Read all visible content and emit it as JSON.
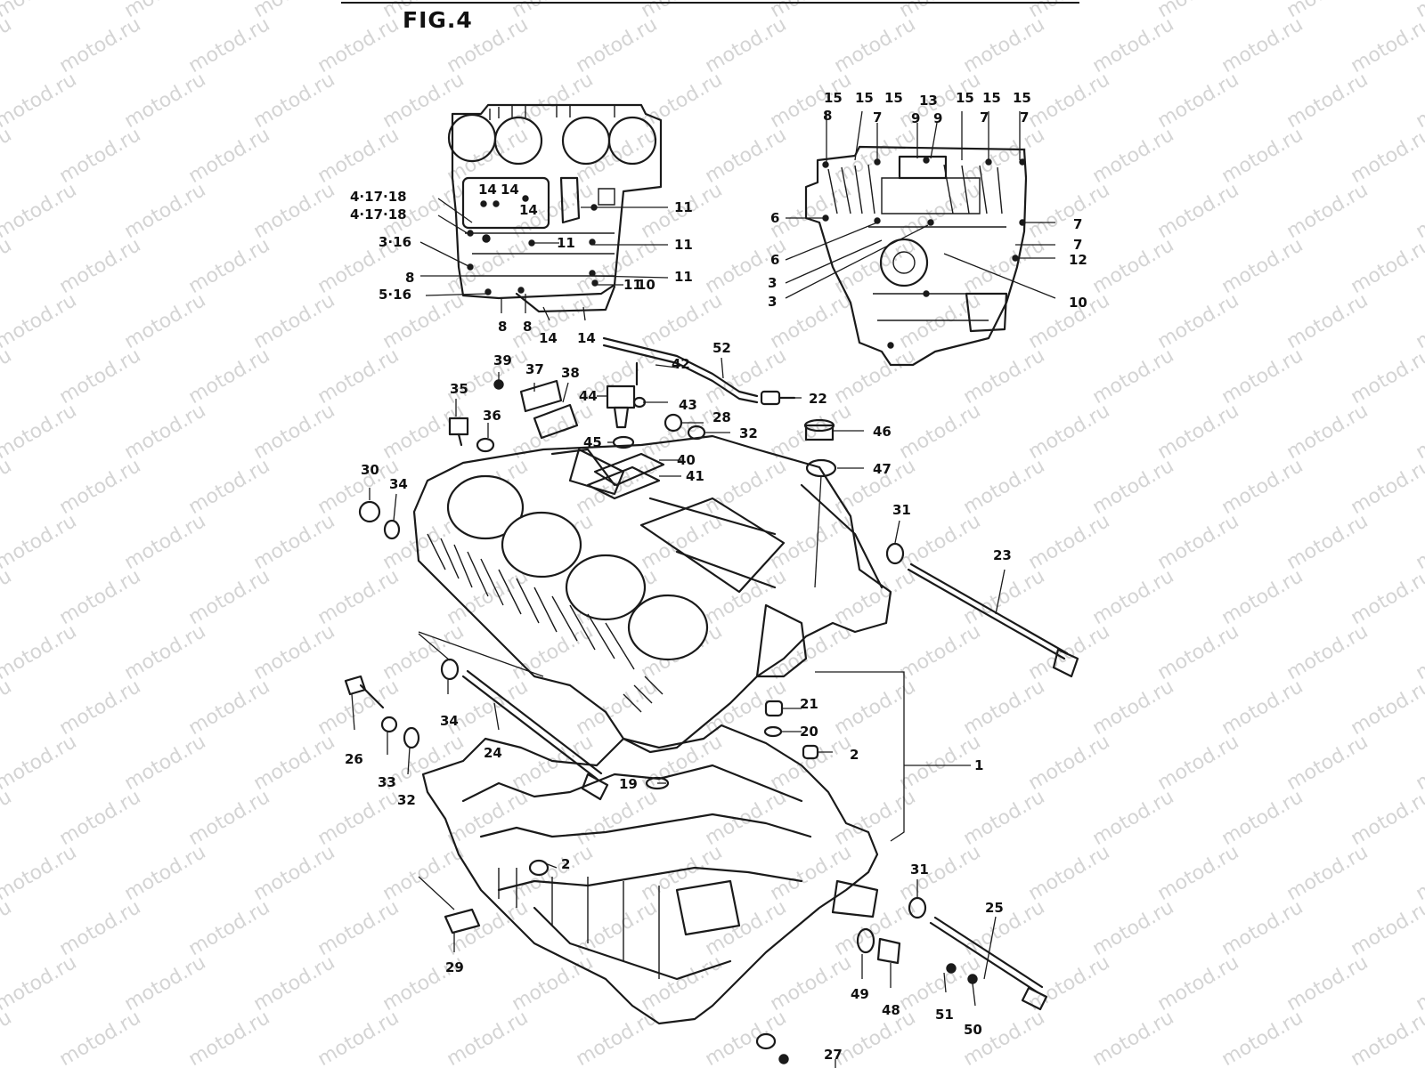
{
  "figure": {
    "title": "FIG.4"
  },
  "watermark": {
    "text": "motod.ru"
  },
  "callouts_top_left": [
    {
      "id": "tl-4-17-18-a",
      "text": "4·17·18"
    },
    {
      "id": "tl-4-17-18-b",
      "text": "4·17·18"
    },
    {
      "id": "tl-3-16",
      "text": "3·16"
    },
    {
      "id": "tl-8",
      "text": "8"
    },
    {
      "id": "tl-5-16",
      "text": "5·16"
    },
    {
      "id": "tl-14-a",
      "text": "14"
    },
    {
      "id": "tl-14-b",
      "text": "14"
    },
    {
      "id": "tl-14-c",
      "text": "14"
    },
    {
      "id": "tl-14-d",
      "text": "14"
    },
    {
      "id": "tl-14-e",
      "text": "14"
    },
    {
      "id": "tl-8-b",
      "text": "8"
    },
    {
      "id": "tl-8-c",
      "text": "8"
    },
    {
      "id": "tl-11-a",
      "text": "11"
    },
    {
      "id": "tl-11-b",
      "text": "11"
    },
    {
      "id": "tl-11-c",
      "text": "11"
    },
    {
      "id": "tl-11-d",
      "text": "11"
    },
    {
      "id": "tl-11-e",
      "text": "11"
    },
    {
      "id": "tl-10",
      "text": "10"
    }
  ],
  "callouts_top_right": [
    {
      "id": "tr-15-a",
      "text": "15"
    },
    {
      "id": "tr-15-b",
      "text": "15"
    },
    {
      "id": "tr-15-c",
      "text": "15"
    },
    {
      "id": "tr-13",
      "text": "13"
    },
    {
      "id": "tr-15-d",
      "text": "15"
    },
    {
      "id": "tr-15-e",
      "text": "15"
    },
    {
      "id": "tr-15-f",
      "text": "15"
    },
    {
      "id": "tr-8",
      "text": "8"
    },
    {
      "id": "tr-7-a",
      "text": "7"
    },
    {
      "id": "tr-9-a",
      "text": "9"
    },
    {
      "id": "tr-9-b",
      "text": "9"
    },
    {
      "id": "tr-7-b",
      "text": "7"
    },
    {
      "id": "tr-7-c",
      "text": "7"
    },
    {
      "id": "tr-6-a",
      "text": "6"
    },
    {
      "id": "tr-6-b",
      "text": "6"
    },
    {
      "id": "tr-3-a",
      "text": "3"
    },
    {
      "id": "tr-3-b",
      "text": "3"
    },
    {
      "id": "tr-7-d",
      "text": "7"
    },
    {
      "id": "tr-7-e",
      "text": "7"
    },
    {
      "id": "tr-12",
      "text": "12"
    },
    {
      "id": "tr-10",
      "text": "10"
    }
  ],
  "callouts_main": [
    {
      "id": "m-39",
      "text": "39"
    },
    {
      "id": "m-37",
      "text": "37"
    },
    {
      "id": "m-38",
      "text": "38"
    },
    {
      "id": "m-42",
      "text": "42"
    },
    {
      "id": "m-52",
      "text": "52"
    },
    {
      "id": "m-35",
      "text": "35"
    },
    {
      "id": "m-36",
      "text": "36"
    },
    {
      "id": "m-44",
      "text": "44"
    },
    {
      "id": "m-43",
      "text": "43"
    },
    {
      "id": "m-22",
      "text": "22"
    },
    {
      "id": "m-28",
      "text": "28"
    },
    {
      "id": "m-32",
      "text": "32"
    },
    {
      "id": "m-46",
      "text": "46"
    },
    {
      "id": "m-45",
      "text": "45"
    },
    {
      "id": "m-40",
      "text": "40"
    },
    {
      "id": "m-41",
      "text": "41"
    },
    {
      "id": "m-47",
      "text": "47"
    },
    {
      "id": "m-30",
      "text": "30"
    },
    {
      "id": "m-34",
      "text": "34"
    },
    {
      "id": "m-31",
      "text": "31"
    },
    {
      "id": "m-23",
      "text": "23"
    },
    {
      "id": "m-34b",
      "text": "34"
    },
    {
      "id": "m-24",
      "text": "24"
    },
    {
      "id": "m-26",
      "text": "26"
    },
    {
      "id": "m-33",
      "text": "33"
    },
    {
      "id": "m-32b",
      "text": "32"
    },
    {
      "id": "m-21",
      "text": "21"
    },
    {
      "id": "m-20",
      "text": "20"
    },
    {
      "id": "m-2",
      "text": "2"
    },
    {
      "id": "m-1",
      "text": "1"
    },
    {
      "id": "m-19",
      "text": "19"
    },
    {
      "id": "m-2b",
      "text": "2"
    },
    {
      "id": "m-31b",
      "text": "31"
    },
    {
      "id": "m-25",
      "text": "25"
    },
    {
      "id": "m-29",
      "text": "29"
    },
    {
      "id": "m-49",
      "text": "49"
    },
    {
      "id": "m-48",
      "text": "48"
    },
    {
      "id": "m-51",
      "text": "51"
    },
    {
      "id": "m-50",
      "text": "50"
    },
    {
      "id": "m-27",
      "text": "27"
    }
  ]
}
